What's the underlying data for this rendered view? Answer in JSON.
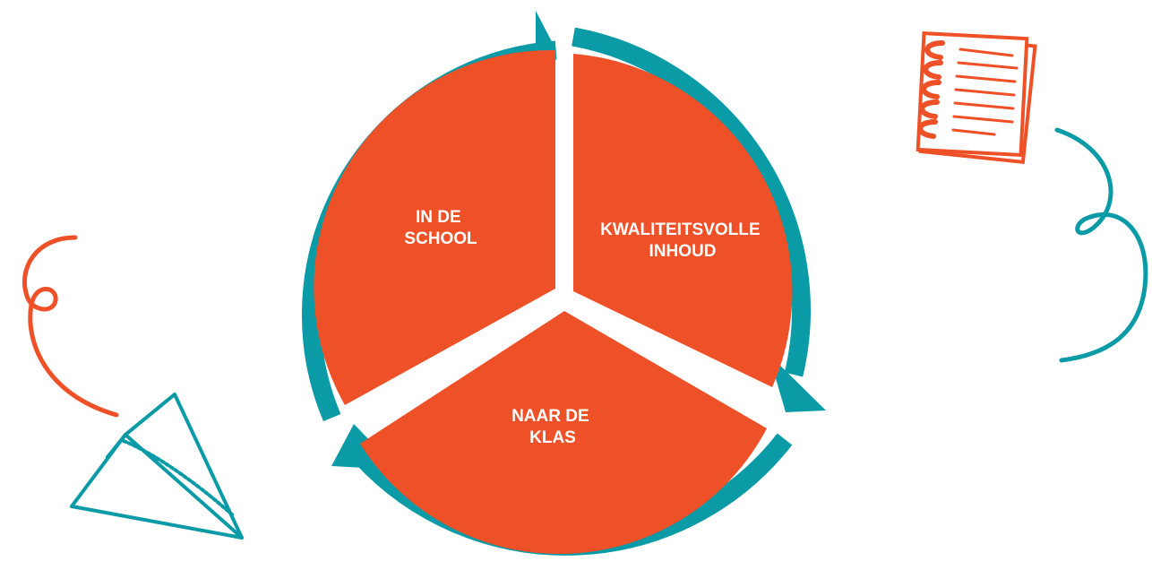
{
  "diagram": {
    "segments": [
      {
        "label_line1": "IN DE",
        "label_line2": "SCHOOL"
      },
      {
        "label_line1": "KWALITEITSVOLLE",
        "label_line2": "INHOUD"
      },
      {
        "label_line1": "NAAR DE",
        "label_line2": "KLAS"
      }
    ]
  },
  "colors": {
    "segment_fill": "#EE5027",
    "cycle_arrow": "#0B9BA6",
    "doodle_red": "#EE5027",
    "doodle_teal": "#0B9BA6"
  },
  "decorations": {
    "notebook_icon": "notebook-icon",
    "paper_plane_icon": "paper-plane-icon"
  }
}
